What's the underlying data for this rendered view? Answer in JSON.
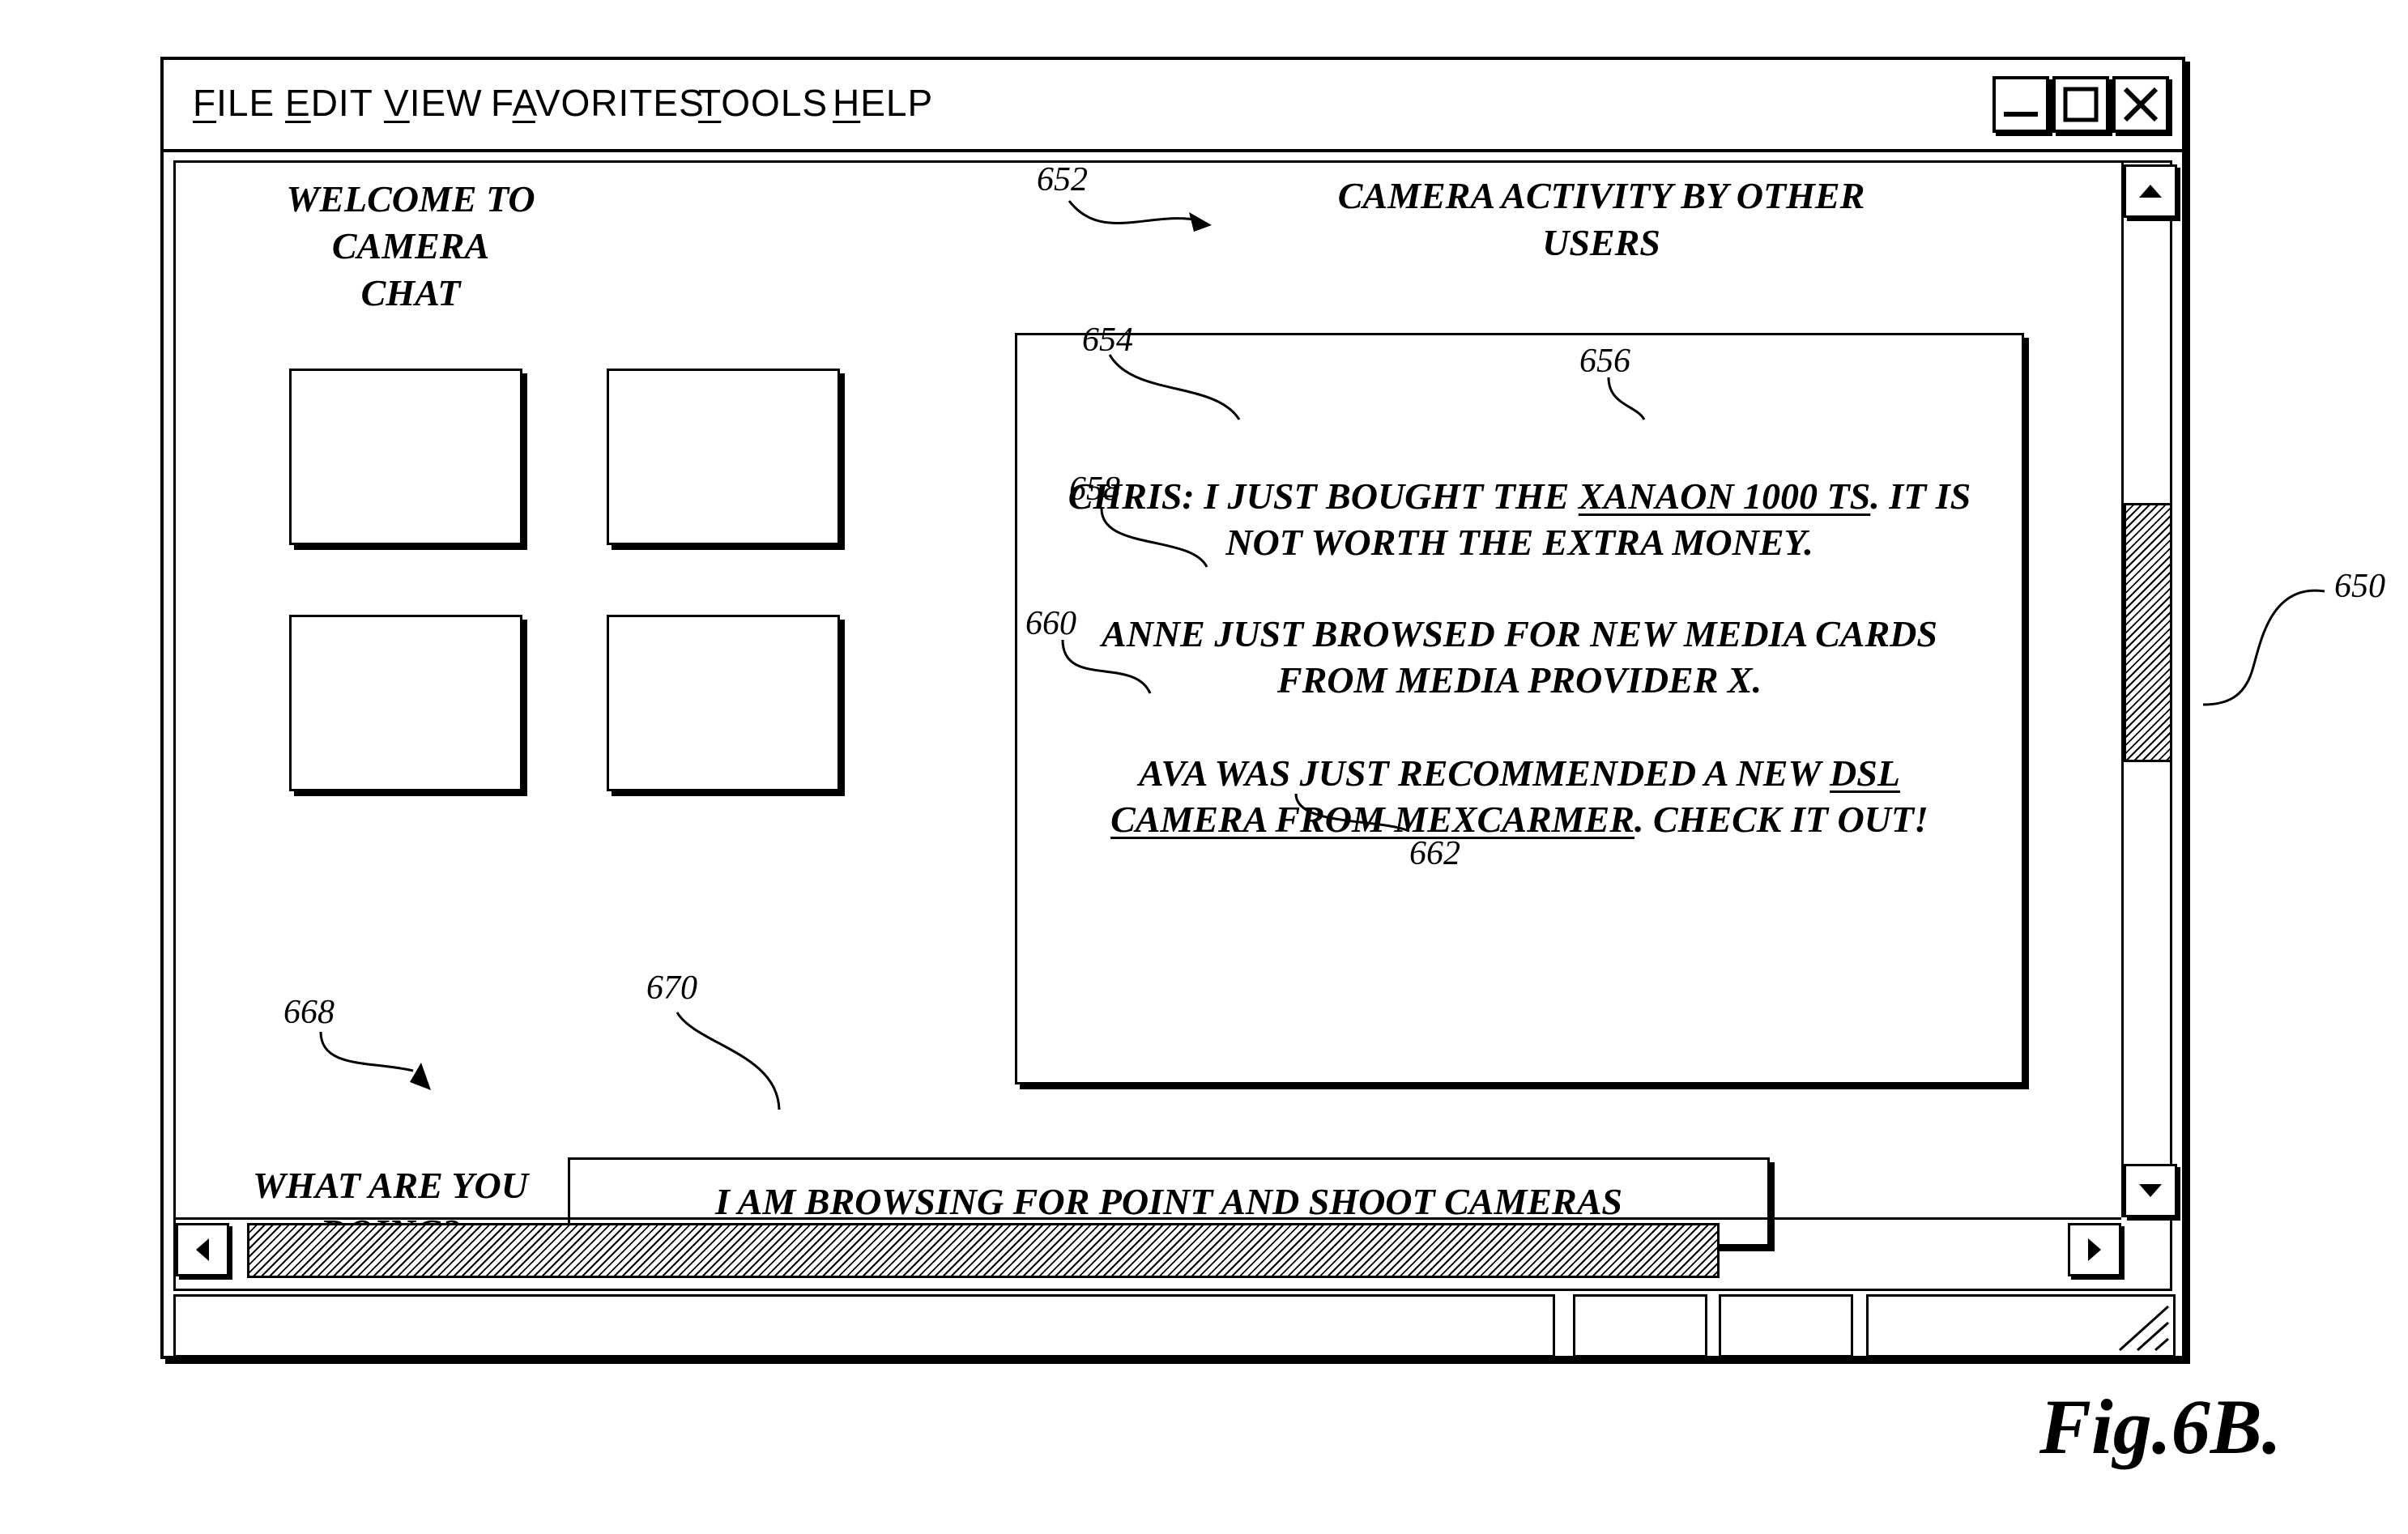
{
  "menu": {
    "items": [
      {
        "accel": "F",
        "rest": "ILE"
      },
      {
        "accel": "E",
        "rest": "DIT"
      },
      {
        "accel": "V",
        "rest": "IEW"
      },
      {
        "pre": "F",
        "accel": "A",
        "rest": "VORITES"
      },
      {
        "accel": "T",
        "rest": "OOLS"
      },
      {
        "accel": "H",
        "rest": "ELP"
      }
    ]
  },
  "welcome": {
    "line1": "WELCOME TO CAMERA",
    "line2": "CHAT"
  },
  "activity": {
    "title_line1": "CAMERA ACTIVITY BY OTHER",
    "title_line2": "USERS",
    "entry1": {
      "prefix": "CHRIS:  I JUST BOUGHT THE ",
      "link": "XANAON 1000 TS",
      "suffix": ".  IT IS",
      "line2": "NOT WORTH THE EXTRA MONEY."
    },
    "entry2": {
      "line1": "ANNE JUST BROWSED FOR NEW MEDIA CARDS",
      "line2": "FROM MEDIA PROVIDER X."
    },
    "entry3": {
      "prefix": "AVA WAS JUST RECOMMENDED A NEW ",
      "link1": "DSL",
      "link2": "CAMERA FROM MEXCARMER",
      "suffix": ".  CHECK IT OUT!"
    }
  },
  "status_prompt": {
    "line1": "WHAT ARE YOU",
    "line2": "DOING?"
  },
  "status_input": {
    "value": "I AM BROWSING FOR POINT AND SHOOT CAMERAS"
  },
  "refs": {
    "r650": "650",
    "r652": "652",
    "r654": "654",
    "r656": "656",
    "r658": "658",
    "r660": "660",
    "r662": "662",
    "r668": "668",
    "r670": "670"
  },
  "figure_label": "Fig.6B."
}
